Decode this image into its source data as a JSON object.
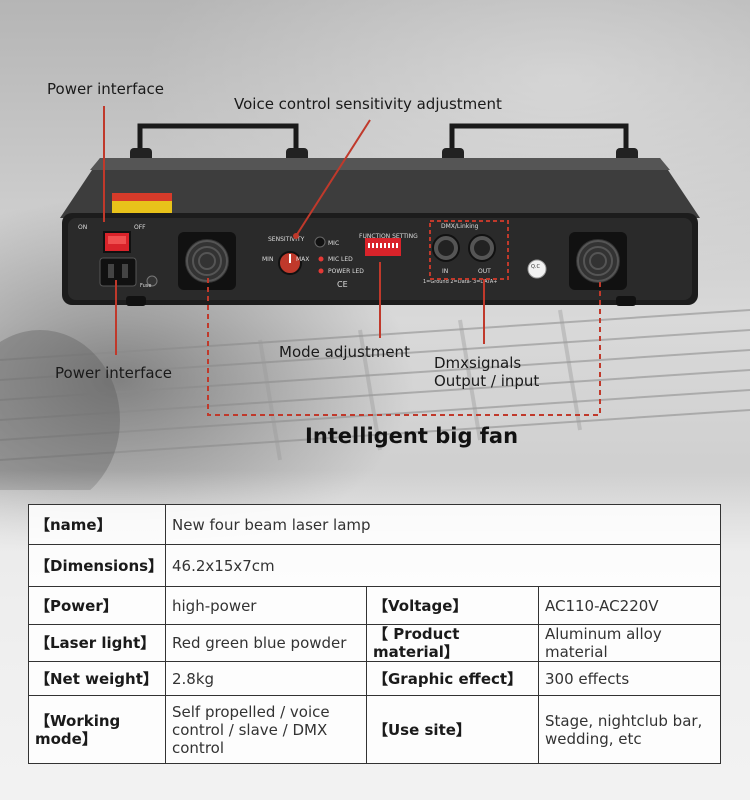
{
  "callouts": {
    "power_interface_top": "Power interface",
    "voice_control": "Voice control sensitivity adjustment",
    "mode_adjustment": "Mode adjustment",
    "power_interface_bottom": "Power interface",
    "dmx_line1": "Dmxsignals",
    "dmx_line2": "Output / input",
    "fan": "Intelligent big fan"
  },
  "panel": {
    "on": "ON",
    "off": "OFF",
    "sensitivity": "SENSITIVITY",
    "min": "MIN",
    "max": "MAX",
    "mic": "MIC",
    "mic_led": "MIC LED",
    "power_led": "POWER LED",
    "function_setting": "FUNCTION SETTING",
    "dmx_linking": "DMX/Linking",
    "in": "IN",
    "out": "OUT",
    "pinout": "1=Ground 2=Data- 3=DATA+",
    "ce": "CE",
    "qc": "Q.C",
    "fuse": "Fuse"
  },
  "colors": {
    "switch_red": "#d9232a",
    "callout_red": "#c0392b"
  },
  "specs": [
    {
      "k1": "【name】",
      "v1": "New four beam laser lamp"
    },
    {
      "k1": "【Dimensions】",
      "v1": "46.2x15x7cm"
    },
    {
      "k1": "【Power】",
      "v1": "high-power",
      "k2": "【Voltage】",
      "v2": "AC110-AC220V"
    },
    {
      "k1": "【Laser light】",
      "v1": "Red green blue powder",
      "k2": "【 Product material】",
      "v2": "Aluminum alloy material"
    },
    {
      "k1": "【Net weight】",
      "v1": "2.8kg",
      "k2": "【Graphic effect】",
      "v2": "300 effects"
    },
    {
      "k1": "【Working mode】",
      "v1": "Self propelled / voice control / slave / DMX control",
      "k2": "【Use site】",
      "v2": "Stage, nightclub bar, wedding, etc"
    }
  ]
}
